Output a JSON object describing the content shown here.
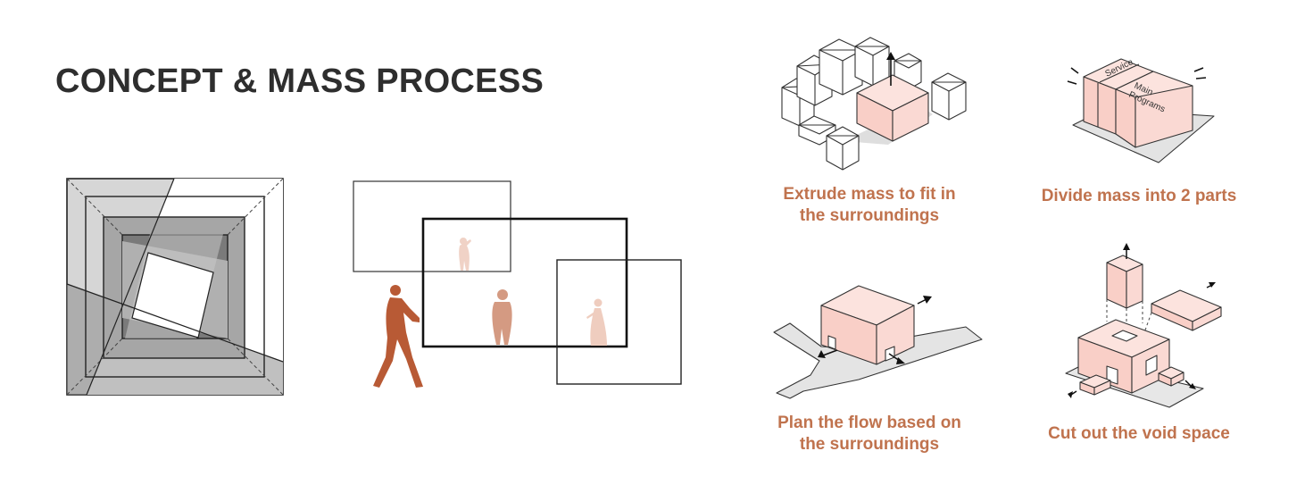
{
  "title": "CONCEPT & MASS PROCESS",
  "colors": {
    "accent": "#c0734e",
    "figure": "#b85a35",
    "mass_fill": "#fad9d3",
    "gray_light": "#d6d6d6",
    "gray_mid": "#a6a6a6",
    "gray_dark": "#7a7a7a"
  },
  "steps": [
    {
      "caption_lines": [
        "Extrude mass to fit in",
        "the surroundings"
      ]
    },
    {
      "caption_lines": [
        "Divide mass into 2 parts"
      ],
      "labels": [
        "Service",
        "Main",
        "Programs"
      ]
    },
    {
      "caption_lines": [
        "Plan the flow based on",
        "the surroundings"
      ]
    },
    {
      "caption_lines": [
        "Cut out the void space"
      ]
    }
  ]
}
